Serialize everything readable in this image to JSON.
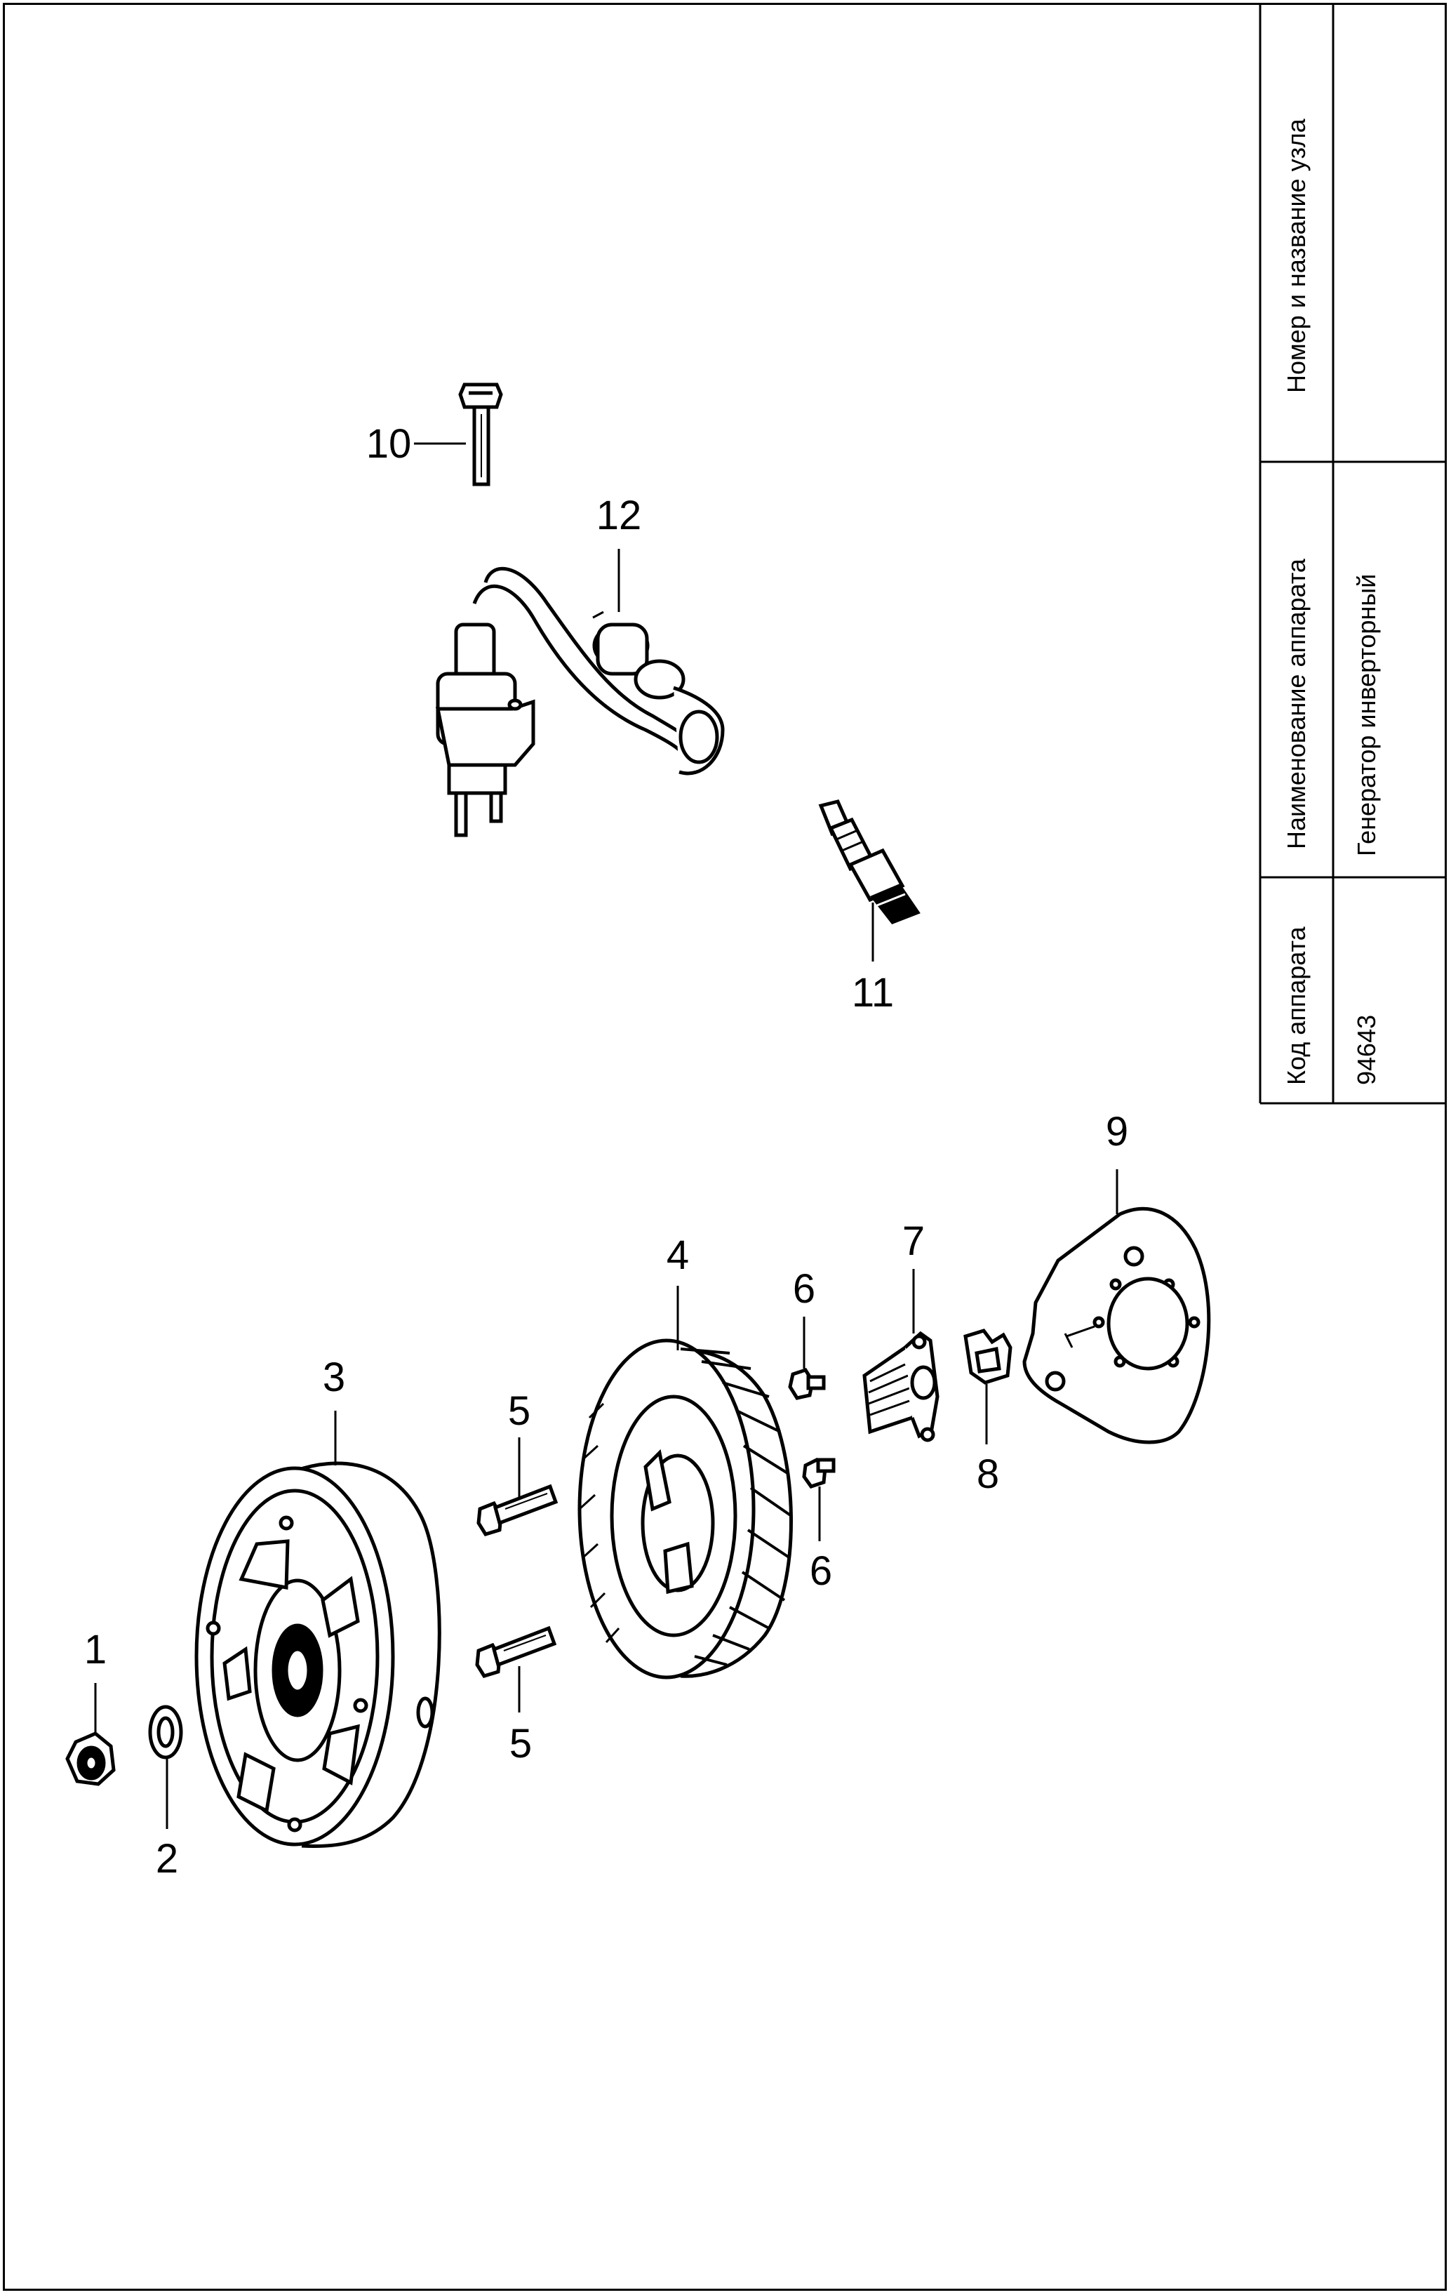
{
  "title_block": {
    "header_code": "Код аппарата",
    "header_name": "Наименование аппарата",
    "header_node": "Номер и название узла",
    "value_code": "94643",
    "value_name": "Генератор инверторный",
    "value_node": ""
  },
  "callouts": [
    "1",
    "2",
    "3",
    "4",
    "5",
    "5",
    "6",
    "6",
    "7",
    "8",
    "9",
    "10",
    "11",
    "12"
  ],
  "parts": [
    "flange-nut",
    "washer",
    "flywheel",
    "stator",
    "stator-bolt",
    "stator-bolt",
    "small-bolt",
    "small-bolt",
    "pulser-coil",
    "clip",
    "stator-plate",
    "coil-bolt",
    "spark-plug",
    "ignition-coil"
  ]
}
